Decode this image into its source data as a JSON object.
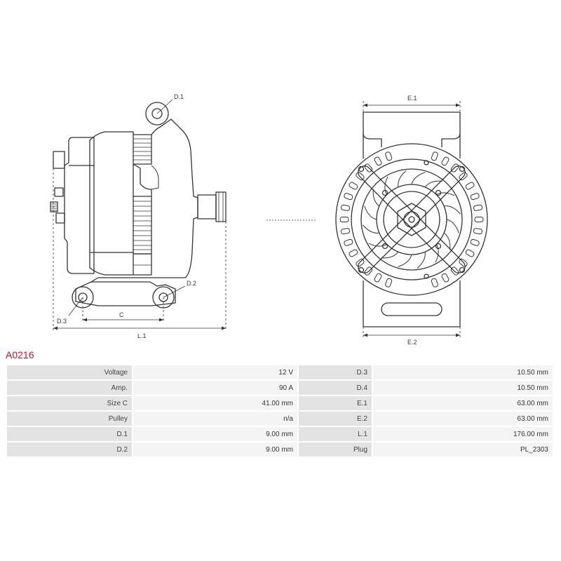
{
  "part_number": "A0216",
  "labels": {
    "d1": "D.1",
    "d2": "D.2",
    "d3": "D.3",
    "c": "C",
    "l1": "L.1",
    "e1": "E.1",
    "e2": "E.2"
  },
  "specs_left": [
    {
      "label": "Voltage",
      "value": "12 V"
    },
    {
      "label": "Amp.",
      "value": "90 A"
    },
    {
      "label": "Size C",
      "value": "41.00 mm"
    },
    {
      "label": "Pulley",
      "value": "n/a"
    },
    {
      "label": "D.1",
      "value": "9.00 mm"
    },
    {
      "label": "D.2",
      "value": "9.00 mm"
    }
  ],
  "specs_right": [
    {
      "label": "D.3",
      "value": "10.50 mm"
    },
    {
      "label": "D.4",
      "value": "10.50 mm"
    },
    {
      "label": "E.1",
      "value": "63.00 mm"
    },
    {
      "label": "E.2",
      "value": "63.00 mm"
    },
    {
      "label": "L.1",
      "value": "176.00 mm"
    },
    {
      "label": "Plug",
      "value": "PL_2303"
    }
  ],
  "colors": {
    "title": "#c8102e",
    "line": "#333333"
  }
}
